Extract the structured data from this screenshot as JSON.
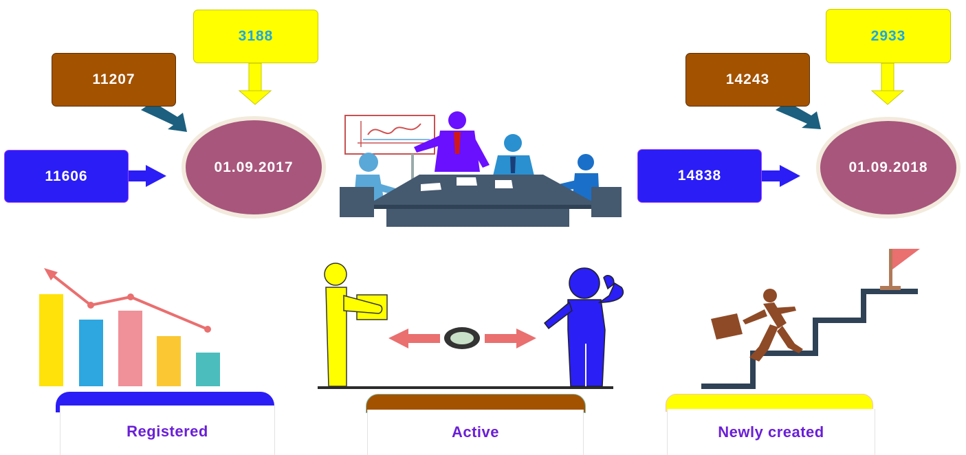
{
  "left_group": {
    "date": "01.09.2017",
    "registered_value": "11606",
    "active_value": "11207",
    "new_value": "3188"
  },
  "right_group": {
    "date": "01.09.2018",
    "registered_value": "14838",
    "active_value": "14243",
    "new_value": "2933"
  },
  "categories": {
    "registered_label": "Registered",
    "active_label": "Active",
    "new_label": "Newly created"
  },
  "colors": {
    "registered": "#2b1df6",
    "active": "#a35200",
    "newly_created": "#ffff00",
    "date_circle": "#a8567c",
    "label_text": "#6a1fd6"
  },
  "icons": {
    "meeting": "meeting-room-icon",
    "bar_chart": "declining-bar-chart-icon",
    "exchange": "exchange-people-icon",
    "stairs": "climbing-stairs-icon"
  }
}
